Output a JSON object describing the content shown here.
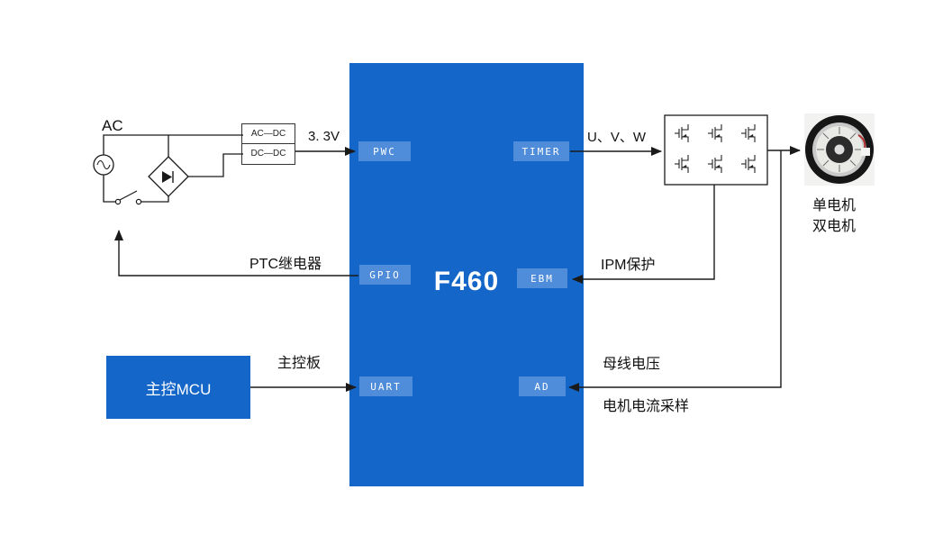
{
  "diagram": {
    "chip": {
      "label": "F460"
    },
    "ports": {
      "pwc": "PWC",
      "timer": "TIMER",
      "gpio": "GPIO",
      "ebm": "EBM",
      "uart": "UART",
      "ad": "AD"
    },
    "blocks": {
      "mcu": "主控MCU",
      "acdc_row1": "AC—DC",
      "acdc_row2": "DC—DC"
    },
    "labels": {
      "ac": "AC",
      "v33": "3. 3V",
      "uvw": "U、V、W",
      "ptc_relay": "PTC继电器",
      "ipm_protect": "IPM保护",
      "main_board": "主控板",
      "bus_voltage": "母线电压",
      "motor_current_sampling": "电机电流采样",
      "single_motor": "单电机",
      "dual_motor": "双电机"
    },
    "icons": {
      "ac_source": "ac-source-icon",
      "relay_switch": "relay-switch-icon",
      "bridge_rectifier": "bridge-rectifier-icon",
      "mosfet": "mosfet-icon",
      "ipm_module": "ipm-module",
      "motor": "motor-photo"
    },
    "colors": {
      "chip_blue": "#1467c8",
      "port_blue": "#4f8cd9",
      "line_black": "#1a1a1a",
      "background": "#ffffff"
    }
  }
}
